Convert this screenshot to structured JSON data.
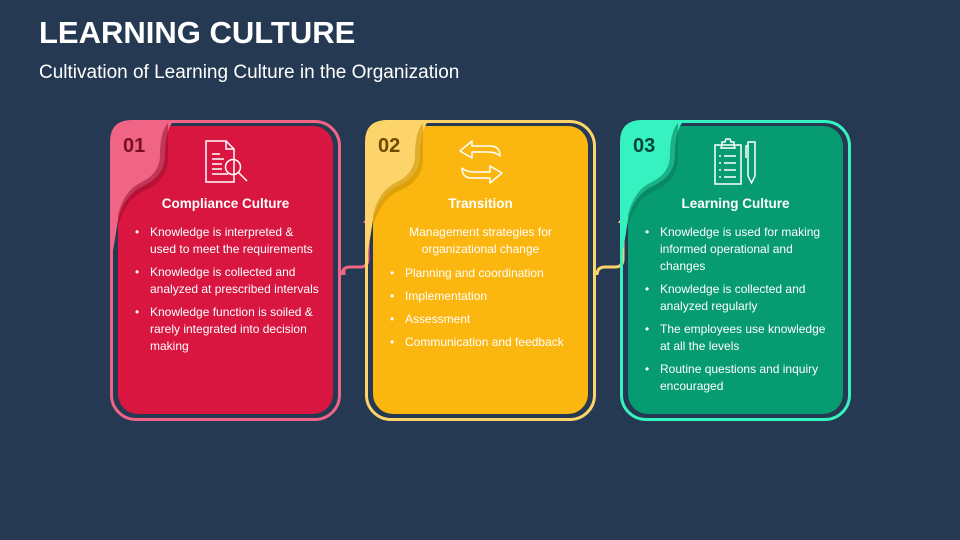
{
  "header": {
    "title": "LEARNING CULTURE",
    "subtitle": "Cultivation of Learning Culture in the Organization"
  },
  "colors": {
    "background": "#253a52",
    "card1_fill": "#d8163f",
    "card1_accent": "#f06585",
    "card1_number": "#7a0e24",
    "card2_fill": "#fbb610",
    "card2_accent": "#fdd46a",
    "card2_number": "#6e4a00",
    "card3_fill": "#079b72",
    "card3_accent": "#36f2c0",
    "card3_number": "#05463a"
  },
  "cards": [
    {
      "number": "01",
      "icon": "document-search-icon",
      "title": "Compliance Culture",
      "bullets": [
        "Knowledge is interpreted & used to meet the requirements",
        "Knowledge is collected and analyzed at prescribed intervals",
        "Knowledge function is soiled & rarely integrated into decision making"
      ]
    },
    {
      "number": "02",
      "icon": "exchange-arrows-icon",
      "title": "Transition",
      "intro": "Management strategies for organizational change",
      "bullets": [
        "Planning and coordination",
        "Implementation",
        "Assessment",
        "Communication and feedback"
      ]
    },
    {
      "number": "03",
      "icon": "clipboard-pen-icon",
      "title": "Learning Culture",
      "bullets": [
        "Knowledge is used for making informed operational and changes",
        "Knowledge is collected and analyzed regularly",
        "The employees use knowledge at all the levels",
        "Routine questions and inquiry encouraged"
      ]
    }
  ]
}
